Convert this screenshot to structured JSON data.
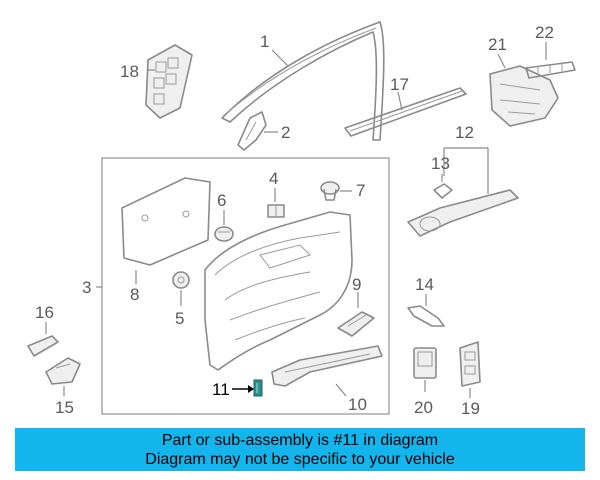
{
  "callouts": {
    "c1": "1",
    "c2": "2",
    "c3": "3",
    "c4": "4",
    "c5": "5",
    "c6": "6",
    "c7": "7",
    "c8": "8",
    "c9": "9",
    "c10": "10",
    "c11": "11",
    "c12": "12",
    "c13": "13",
    "c14": "14",
    "c15": "15",
    "c16": "16",
    "c17": "17",
    "c18": "18",
    "c19": "19",
    "c20": "20",
    "c21": "21",
    "c22": "22"
  },
  "highlighted_part": "11",
  "banner": {
    "line1": "Part or sub-assembly is #11 in diagram",
    "line2": "Diagram may not be specific to your vehicle",
    "color": "#12b5ec"
  },
  "colors": {
    "line": "#8a8a8a",
    "label": "#5a5a5a",
    "highlight_label": "#000000",
    "highlight_part": "#2f8f8f"
  }
}
